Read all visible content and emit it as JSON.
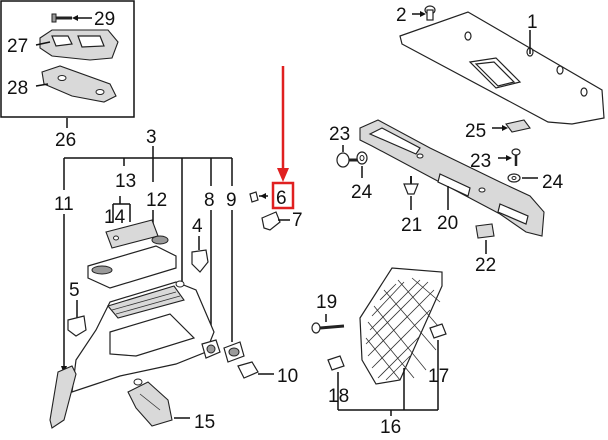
{
  "labels": {
    "l1": "1",
    "l2": "2",
    "l3": "3",
    "l4": "4",
    "l5": "5",
    "l6": "6",
    "l7": "7",
    "l8": "8",
    "l9": "9",
    "l10": "10",
    "l11": "11",
    "l12": "12",
    "l13": "13",
    "l14": "14",
    "l15": "15",
    "l16": "16",
    "l17": "17",
    "l18": "18",
    "l19": "19",
    "l20": "20",
    "l21": "21",
    "l22": "22",
    "l23a": "23",
    "l23b": "23",
    "l24a": "24",
    "l24b": "24",
    "l25": "25",
    "l26": "26",
    "l27": "27",
    "l28": "28",
    "l29": "29"
  },
  "colors": {
    "highlight": "#e02020",
    "ink": "#111111"
  },
  "highlighted_part": "6"
}
